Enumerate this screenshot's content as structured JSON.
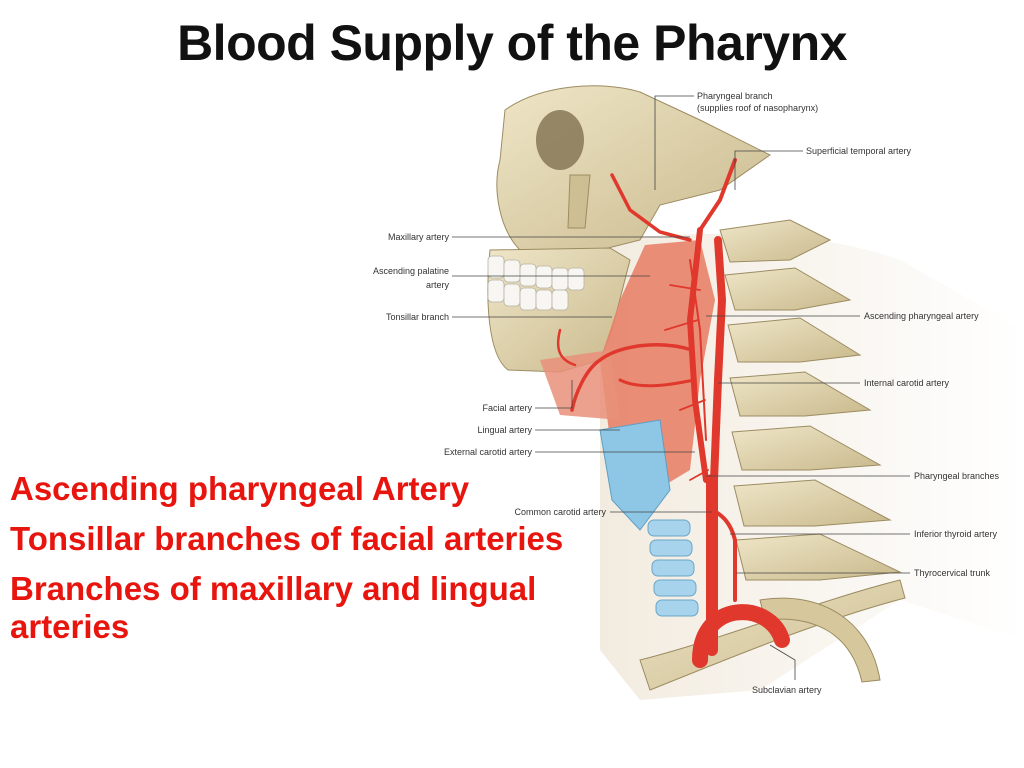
{
  "title": "Blood Supply of the Pharynx",
  "labels": {
    "pharyngeal_branch": "Pharyngeal branch",
    "pharyngeal_branch_note": "(supplies roof of nasopharynx)",
    "superficial_temporal_artery": "Superficial temporal artery",
    "maxillary_artery": "Maxillary artery",
    "ascending_palatine_1": "Ascending palatine",
    "ascending_palatine_2": "artery",
    "tonsillar_branch": "Tonsillar branch",
    "ascending_pharyngeal_artery": "Ascending pharyngeal artery",
    "internal_carotid_artery": "Internal carotid artery",
    "facial_artery": "Facial artery",
    "lingual_artery": "Lingual artery",
    "external_carotid_artery": "External carotid artery",
    "pharyngeal_branches": "Pharyngeal branches",
    "common_carotid_artery": "Common carotid artery",
    "inferior_thyroid_artery": "Inferior thyroid artery",
    "thyrocervical_trunk": "Thyrocervical trunk",
    "subclavian_artery": "Subclavian artery"
  },
  "bullets": [
    "Ascending pharyngeal Artery",
    "Tonsillar branches of facial arteries",
    "Branches of maxillary and lingual arteries"
  ],
  "colors": {
    "bullet_text": "#e8150f",
    "bone": "#ddd0a8",
    "muscle": "#e8826a",
    "artery": "#e0382c",
    "cartilage": "#8ec6e6"
  }
}
